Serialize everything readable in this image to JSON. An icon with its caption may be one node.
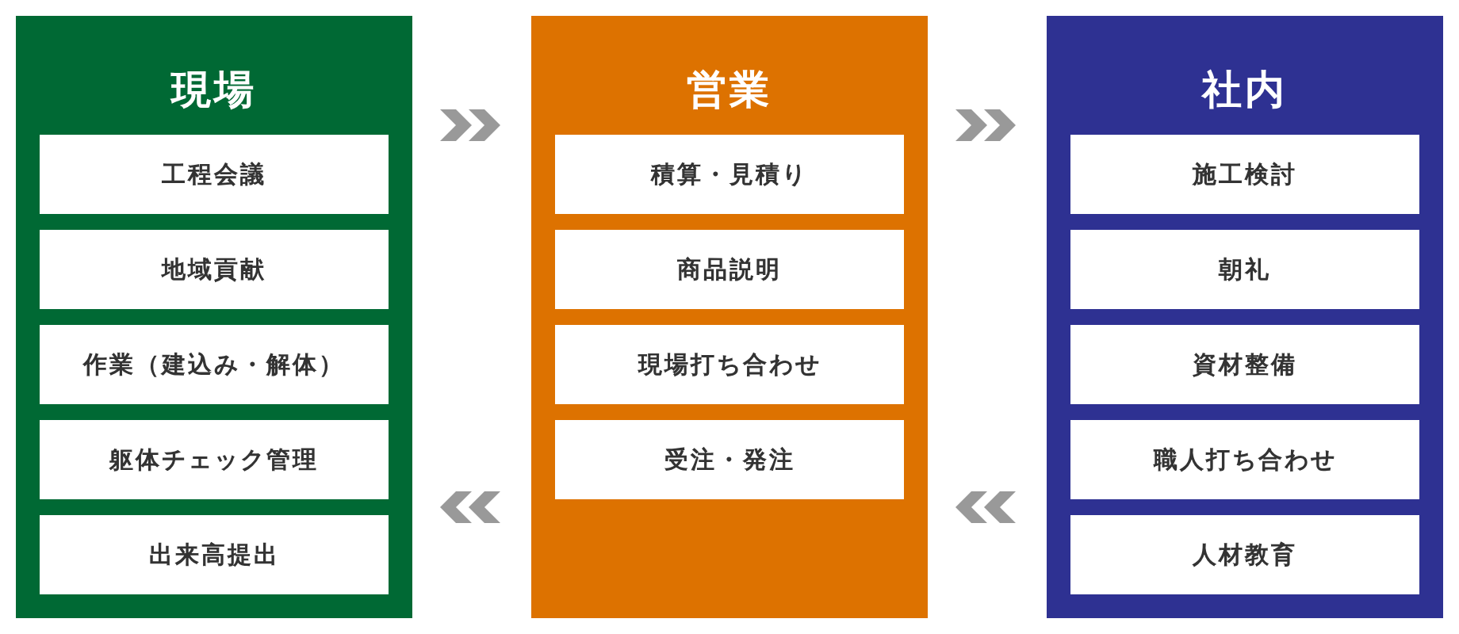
{
  "diagram": {
    "nodes": [
      {
        "text": [
          "現場"
        ]
      },
      {
        "text": [
          "工程会議"
        ],
        "in": 0
      },
      {
        "text": [
          "地域貢献"
        ],
        "in": 0
      },
      {
        "text": [
          "作業（建込み・解体）"
        ],
        "in": 0
      },
      {
        "text": [
          "躯体チェック管理"
        ],
        "in": 0
      },
      {
        "text": [
          "出来高提出"
        ],
        "in": 0
      },
      {
        "text": [
          "営業"
        ]
      },
      {
        "text": [
          "積算・見積り"
        ],
        "in": 6
      },
      {
        "text": [
          "商品説明"
        ],
        "in": 6
      },
      {
        "text": [
          "現場打ち合わせ"
        ],
        "in": 6
      },
      {
        "text": [
          "受注・発注"
        ],
        "in": 6
      },
      {
        "text": [
          "社内"
        ]
      },
      {
        "text": [
          "施工検討"
        ],
        "in": 11
      },
      {
        "text": [
          "朝礼"
        ],
        "in": 11
      },
      {
        "text": [
          "資材整備"
        ],
        "in": 11
      },
      {
        "text": [
          "職人打ち合わせ"
        ],
        "in": 11
      },
      {
        "text": [
          "人材教育"
        ],
        "in": 11
      }
    ],
    "edges": [
      {
        "from": 0,
        "to": 6,
        "arrow": "to"
      },
      {
        "from": 6,
        "to": 11,
        "arrow": "to"
      },
      {
        "from": 6,
        "to": 0,
        "arrow": "to"
      },
      {
        "from": 11,
        "to": 6,
        "arrow": "to"
      }
    ]
  }
}
